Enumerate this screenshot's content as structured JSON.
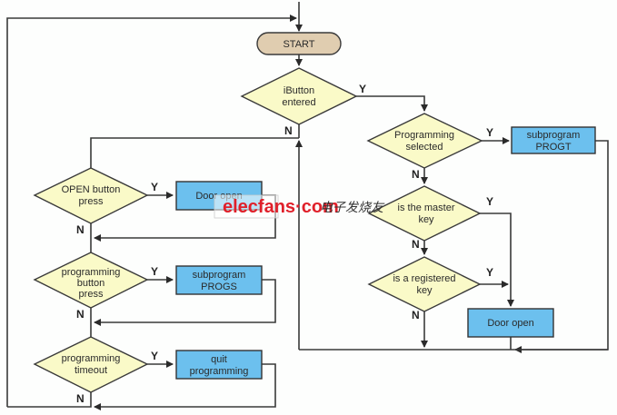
{
  "diagram": {
    "title": "iButton door lock program flowchart",
    "start": "START",
    "decisions": {
      "ibutton_entered": [
        "iButton",
        "entered"
      ],
      "programming_selected": [
        "Programming",
        "selected"
      ],
      "master_key": [
        "is the master",
        "key"
      ],
      "registered_key": [
        "is a registered",
        "key"
      ],
      "open_button_press": [
        "OPEN button",
        "press"
      ],
      "programming_button_press": [
        "programming",
        "button",
        "press"
      ],
      "programming_timeout": [
        "programming",
        "timeout"
      ]
    },
    "processes": {
      "progt": [
        "subprogram",
        "PROGT"
      ],
      "door_open_right": [
        "Door open"
      ],
      "door_open_left": [
        "Door open"
      ],
      "progs": [
        "subprogram",
        "PROGS"
      ],
      "quit_programming": [
        "quit",
        "programming"
      ]
    },
    "branch_labels": {
      "yes": "Y",
      "no": "N"
    },
    "colors": {
      "decision_fill": "#fafac8",
      "process_fill": "#6cc0ee",
      "terminal_fill": "#e0cdb0",
      "line": "#3a3a3a",
      "watermark": "#e0202a"
    },
    "watermark": {
      "text": "elecfans·com",
      "cn": "电子发烧友"
    }
  }
}
